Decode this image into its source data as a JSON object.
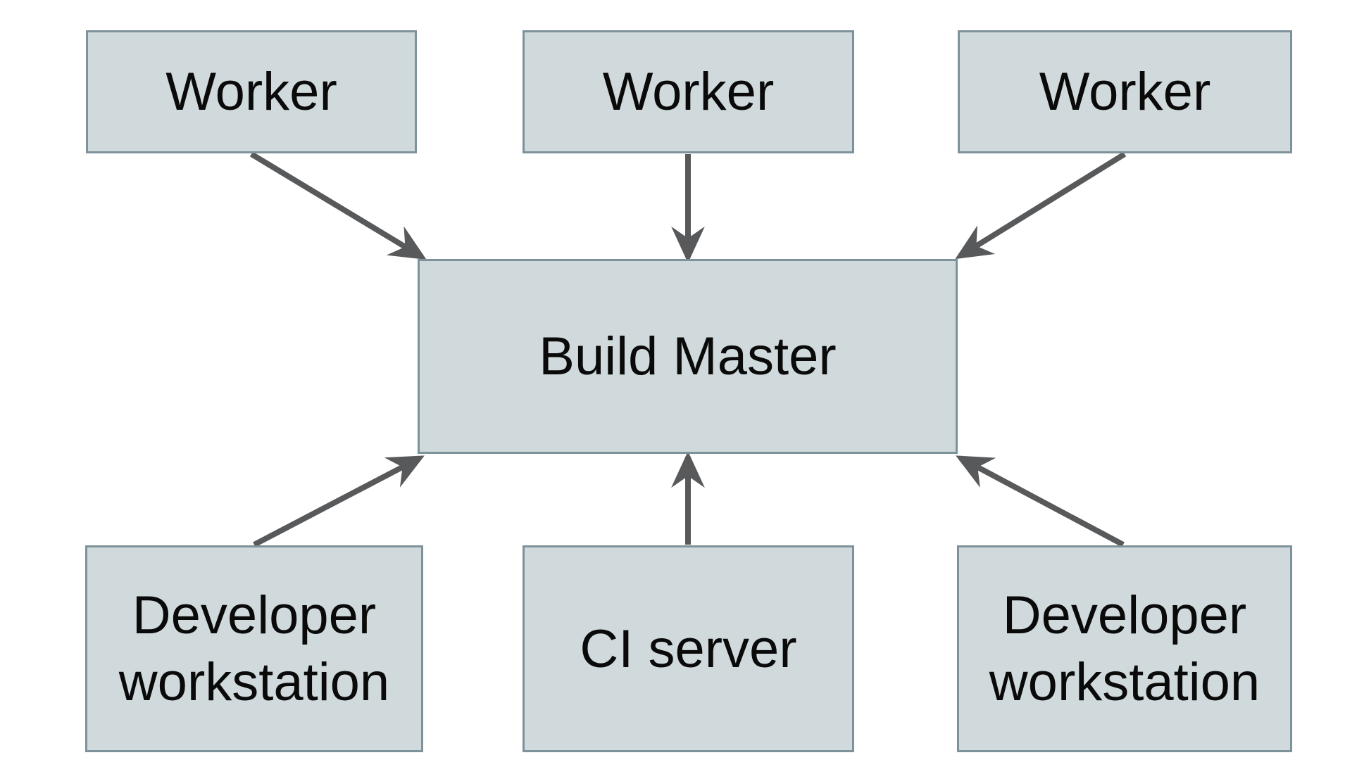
{
  "palette": {
    "background": "#ffffff",
    "node_fill": "#d0dadc",
    "node_border": "#7d929b",
    "arrow": "#58595b",
    "text": "#0a0a0a"
  },
  "nodes": {
    "worker_1": {
      "label": "Worker"
    },
    "worker_2": {
      "label": "Worker"
    },
    "worker_3": {
      "label": "Worker"
    },
    "build_master": {
      "label": "Build Master"
    },
    "developer_workstation_1": {
      "label": "Developer workstation"
    },
    "ci_server": {
      "label": "CI server"
    },
    "developer_workstation_2": {
      "label": "Developer workstation"
    }
  },
  "edges": [
    {
      "from": "worker_1",
      "to": "build_master",
      "direction": "down-right"
    },
    {
      "from": "worker_2",
      "to": "build_master",
      "direction": "down"
    },
    {
      "from": "worker_3",
      "to": "build_master",
      "direction": "down-left"
    },
    {
      "from": "developer_workstation_1",
      "to": "build_master",
      "direction": "up-right"
    },
    {
      "from": "ci_server",
      "to": "build_master",
      "direction": "up"
    },
    {
      "from": "developer_workstation_2",
      "to": "build_master",
      "direction": "up-left"
    }
  ]
}
